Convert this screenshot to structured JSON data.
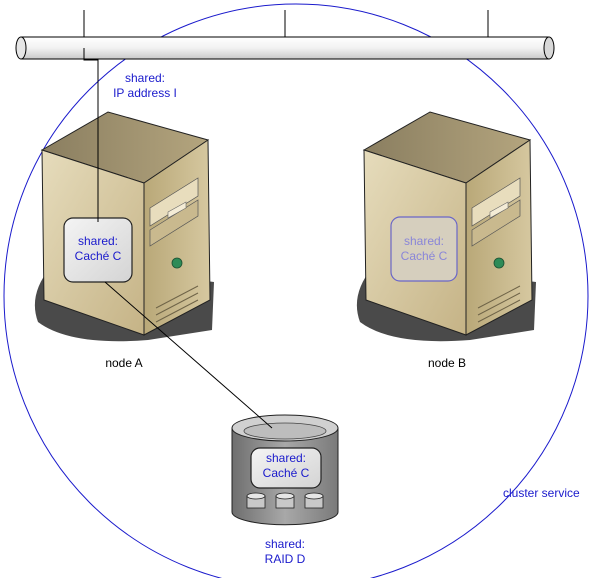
{
  "labels": {
    "shared_ip": {
      "line1": "shared:",
      "line2": "IP address I"
    },
    "cache_a": {
      "line1": "shared:",
      "line2": "Caché C"
    },
    "cache_b": {
      "line1": "shared:",
      "line2": "Caché C"
    },
    "cache_raid": {
      "line1": "shared:",
      "line2": "Caché C"
    },
    "node_a": "node A",
    "node_b": "node B",
    "raid": {
      "line1": "shared:",
      "line2": "RAID D"
    },
    "cluster_service": "cluster service"
  },
  "colors": {
    "label_blue": "#1a1acc",
    "label_faded": "#8a86d8",
    "cluster_circle": "#1a1acc",
    "server_body": "#d2c29a",
    "server_shadow": "#4a4a4a",
    "power_led": "#2e8b57",
    "raid_body": "#8e8e8e"
  },
  "icons": [
    "network-bus",
    "server-node-a",
    "server-node-b",
    "raid-storage-icon",
    "power-led-icon",
    "disk-icon"
  ]
}
